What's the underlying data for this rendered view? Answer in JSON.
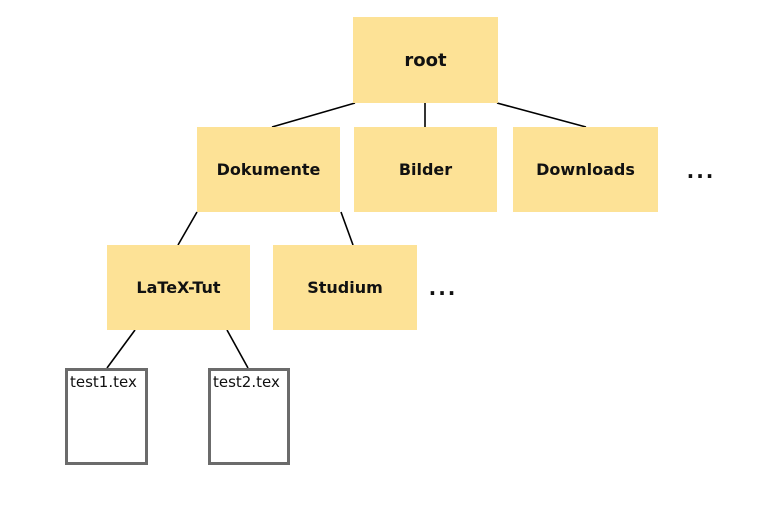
{
  "diagram": {
    "type": "tree",
    "description": "File system hierarchy tree"
  },
  "nodes": {
    "root": {
      "label": "root",
      "kind": "folder"
    },
    "dokumente": {
      "label": "Dokumente",
      "kind": "folder"
    },
    "bilder": {
      "label": "Bilder",
      "kind": "folder"
    },
    "downloads": {
      "label": "Downloads",
      "kind": "folder"
    },
    "latex_tut": {
      "label": "LaTeX-Tut",
      "kind": "folder"
    },
    "studium": {
      "label": "Studium",
      "kind": "folder"
    },
    "test1": {
      "label": "test1.tex",
      "kind": "file"
    },
    "test2": {
      "label": "test2.tex",
      "kind": "file"
    },
    "more_under_root": {
      "label": "..."
    },
    "more_under_dokumente": {
      "label": "..."
    }
  },
  "edges": [
    {
      "from": "root",
      "to": "Dokumente"
    },
    {
      "from": "root",
      "to": "Bilder"
    },
    {
      "from": "root",
      "to": "Downloads"
    },
    {
      "from": "Dokumente",
      "to": "LaTeX-Tut"
    },
    {
      "from": "Dokumente",
      "to": "Studium"
    },
    {
      "from": "LaTeX-Tut",
      "to": "test1.tex"
    },
    {
      "from": "LaTeX-Tut",
      "to": "test2.tex"
    }
  ],
  "colors": {
    "folder_fill": "#FDE296",
    "file_border": "#6b6b6b",
    "edge_line": "#000000",
    "canvas_bg": "#ffffff",
    "label_color": "#111111"
  }
}
